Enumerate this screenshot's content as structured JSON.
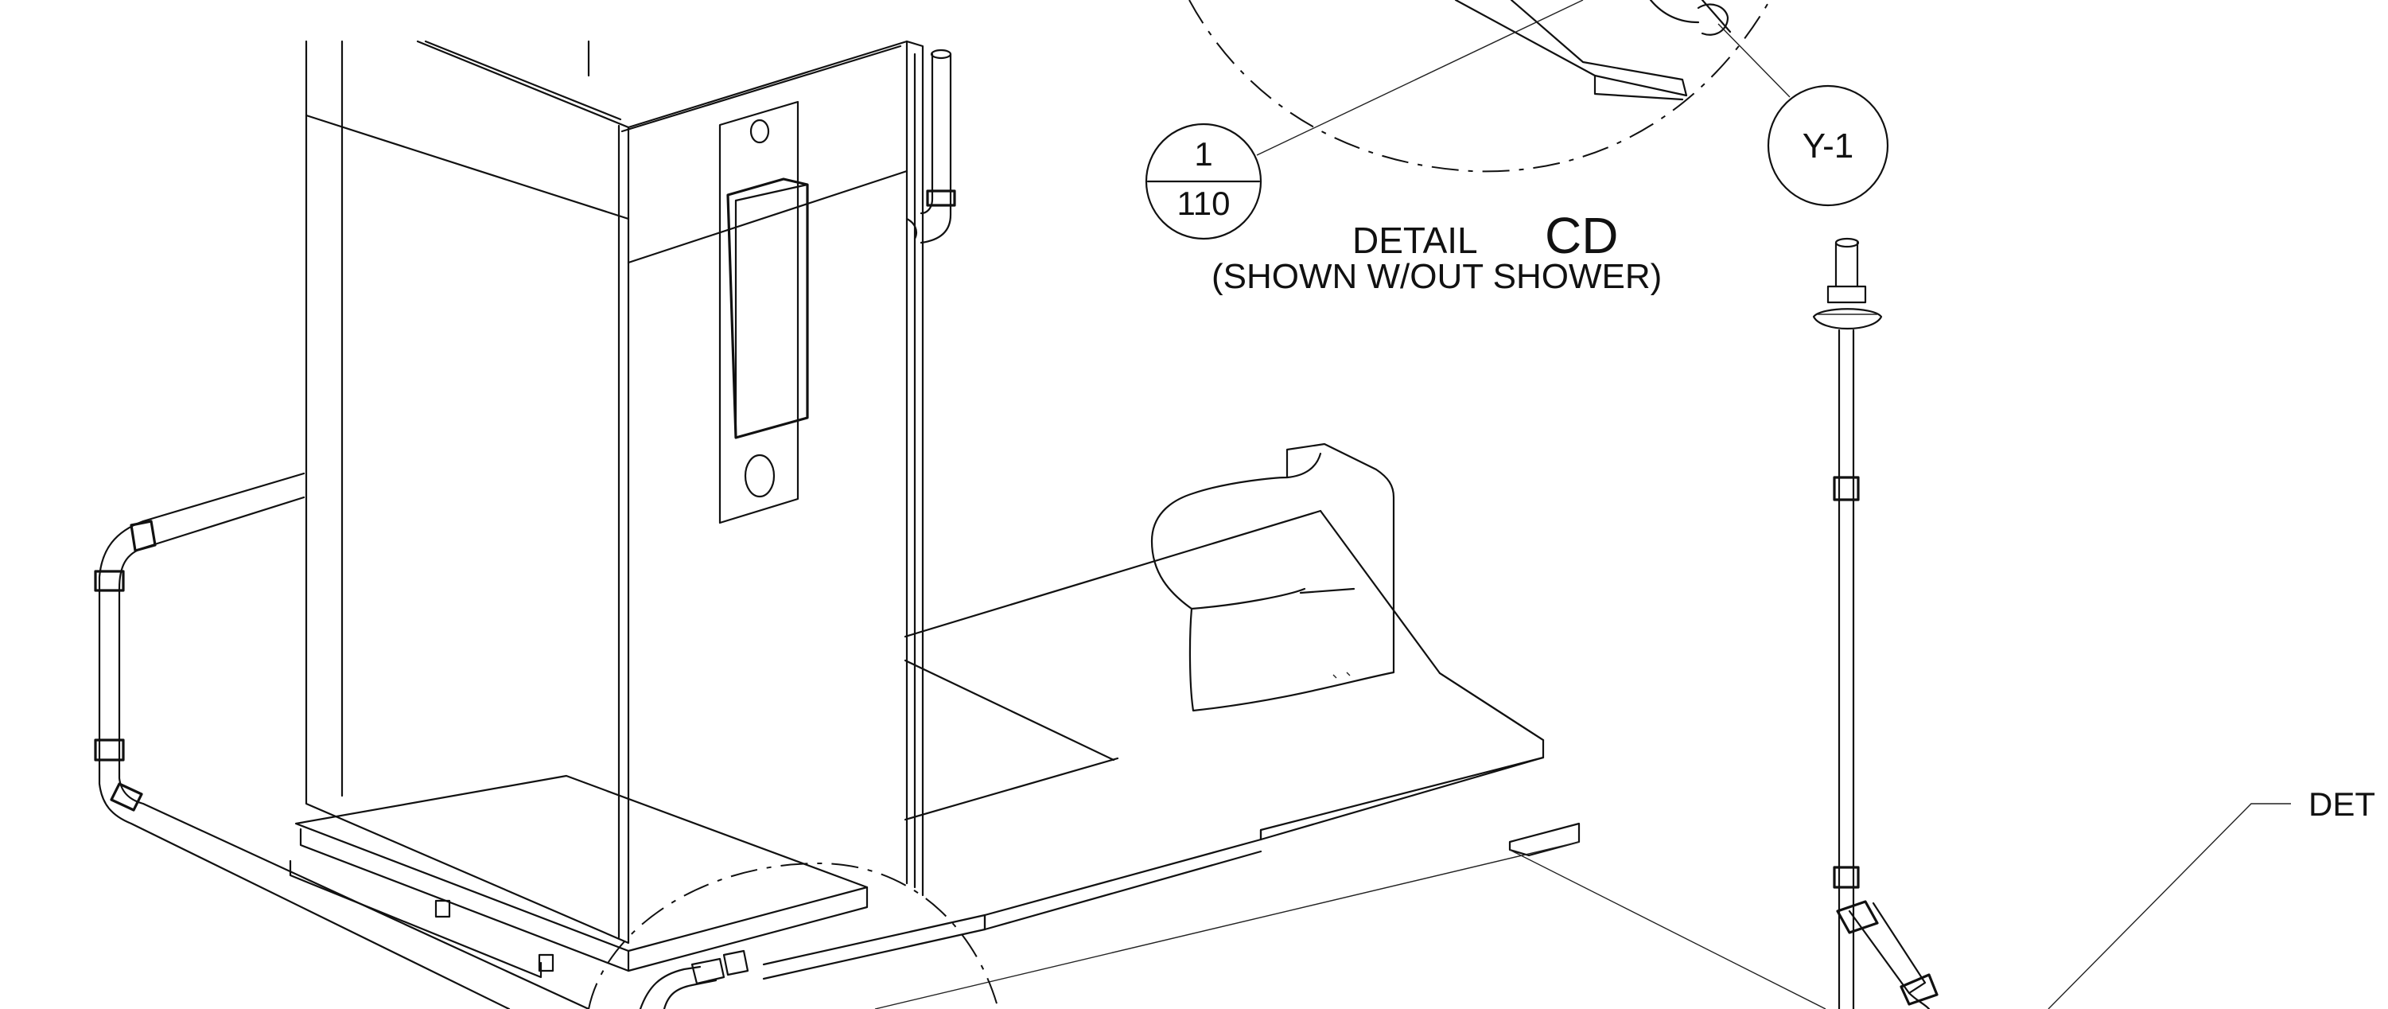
{
  "callout_section": {
    "top": "1",
    "bottom": "110"
  },
  "callout_tag": {
    "label": "Y-1"
  },
  "detail_title": {
    "prefix": "DETAIL",
    "code": "CD",
    "note": "(SHOWN W/OUT SHOWER)"
  },
  "detail_ref_label": "DET"
}
